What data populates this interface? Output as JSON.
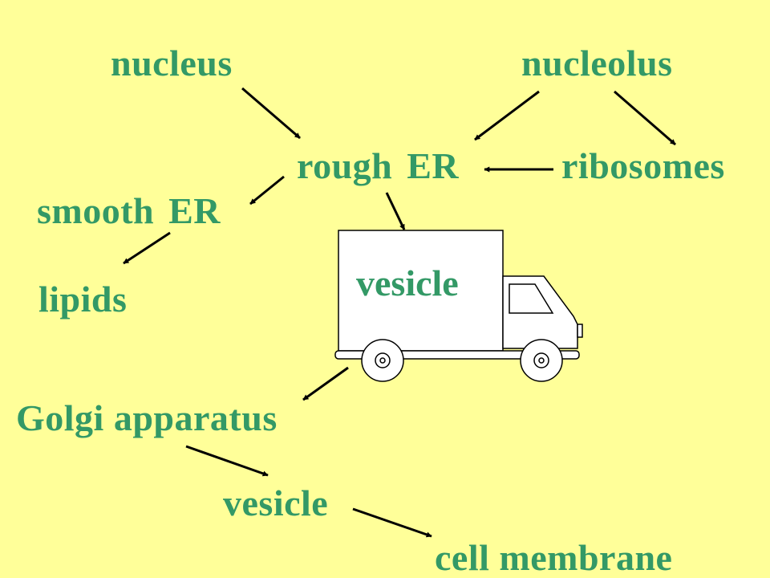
{
  "nodes": {
    "nucleus": "nucleus",
    "nucleolus": "nucleolus",
    "rough_er": "rough ER",
    "ribosomes": "ribosomes",
    "smooth_er": "smooth ER",
    "lipids": "lipids",
    "vesicle_truck": "vesicle",
    "golgi": "Golgi apparatus",
    "vesicle": "vesicle",
    "cell_membrane": "cell membrane"
  },
  "colors": {
    "background": "#FFFF99",
    "label": "#339966",
    "arrow": "#000000"
  },
  "icons": {
    "truck": "delivery-truck-icon"
  }
}
